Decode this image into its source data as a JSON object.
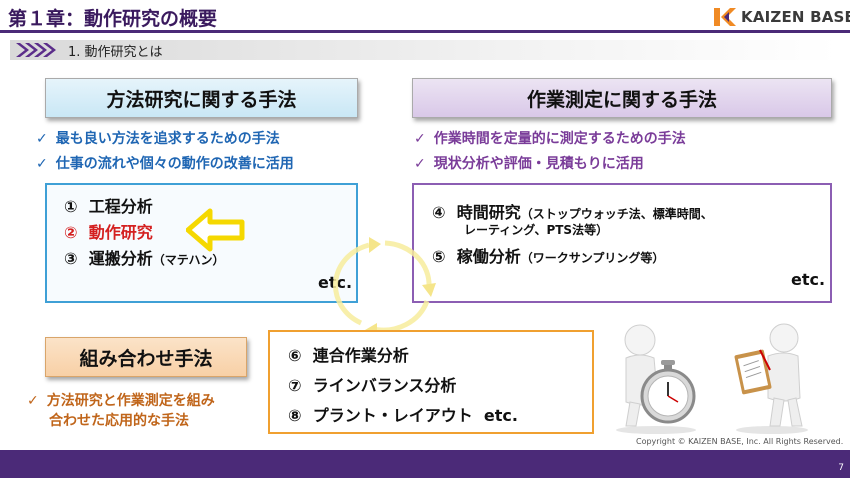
{
  "header": {
    "title": "第１章：動作研究の概要",
    "logo_text": "KAIZEN BASE"
  },
  "subbar": {
    "text": "1.  動作研究とは"
  },
  "method_study": {
    "title": "方法研究に関する手法",
    "checks": [
      "最も良い方法を追求するための手法",
      "仕事の流れや個々の動作の改善に活用"
    ],
    "items": [
      {
        "num": "①",
        "label": "工程分析"
      },
      {
        "num": "②",
        "label": "動作研究"
      },
      {
        "num": "③",
        "label": "運搬分析",
        "note": "（マテハン）"
      }
    ],
    "etc": "etc."
  },
  "work_measurement": {
    "title": "作業測定に関する手法",
    "checks": [
      "作業時間を定量的に測定するための手法",
      "現状分析や評価・見積もりに活用"
    ],
    "items": [
      {
        "num": "④",
        "label": "時間研究",
        "note": "（ストップウォッチ法、標準時間、",
        "note2": "レーティング、PTS法等）"
      },
      {
        "num": "⑤",
        "label": "稼働分析",
        "note": "（ワークサンプリング等）"
      }
    ],
    "etc": "etc."
  },
  "combined": {
    "title": "組み合わせ手法",
    "checks": [
      "方法研究と作業測定を組み",
      "合わせた応用的な手法"
    ],
    "items": [
      {
        "num": "⑥",
        "label": "連合作業分析"
      },
      {
        "num": "⑦",
        "label": "ラインバランス分析"
      },
      {
        "num": "⑧",
        "label": "プラント・レイアウト",
        "etc": "etc."
      }
    ]
  },
  "check_mark": "✓",
  "copyright": "Copyright ©  KAIZEN BASE, Inc. All Rights Reserved.",
  "page_number": "7",
  "colors": {
    "header_purple": "#4b2a78",
    "blue": "#1f66b3",
    "purple": "#7a3c99",
    "orange": "#c0651a",
    "highlight_red": "#d42020",
    "arrow_yellow": "#f5d800"
  }
}
